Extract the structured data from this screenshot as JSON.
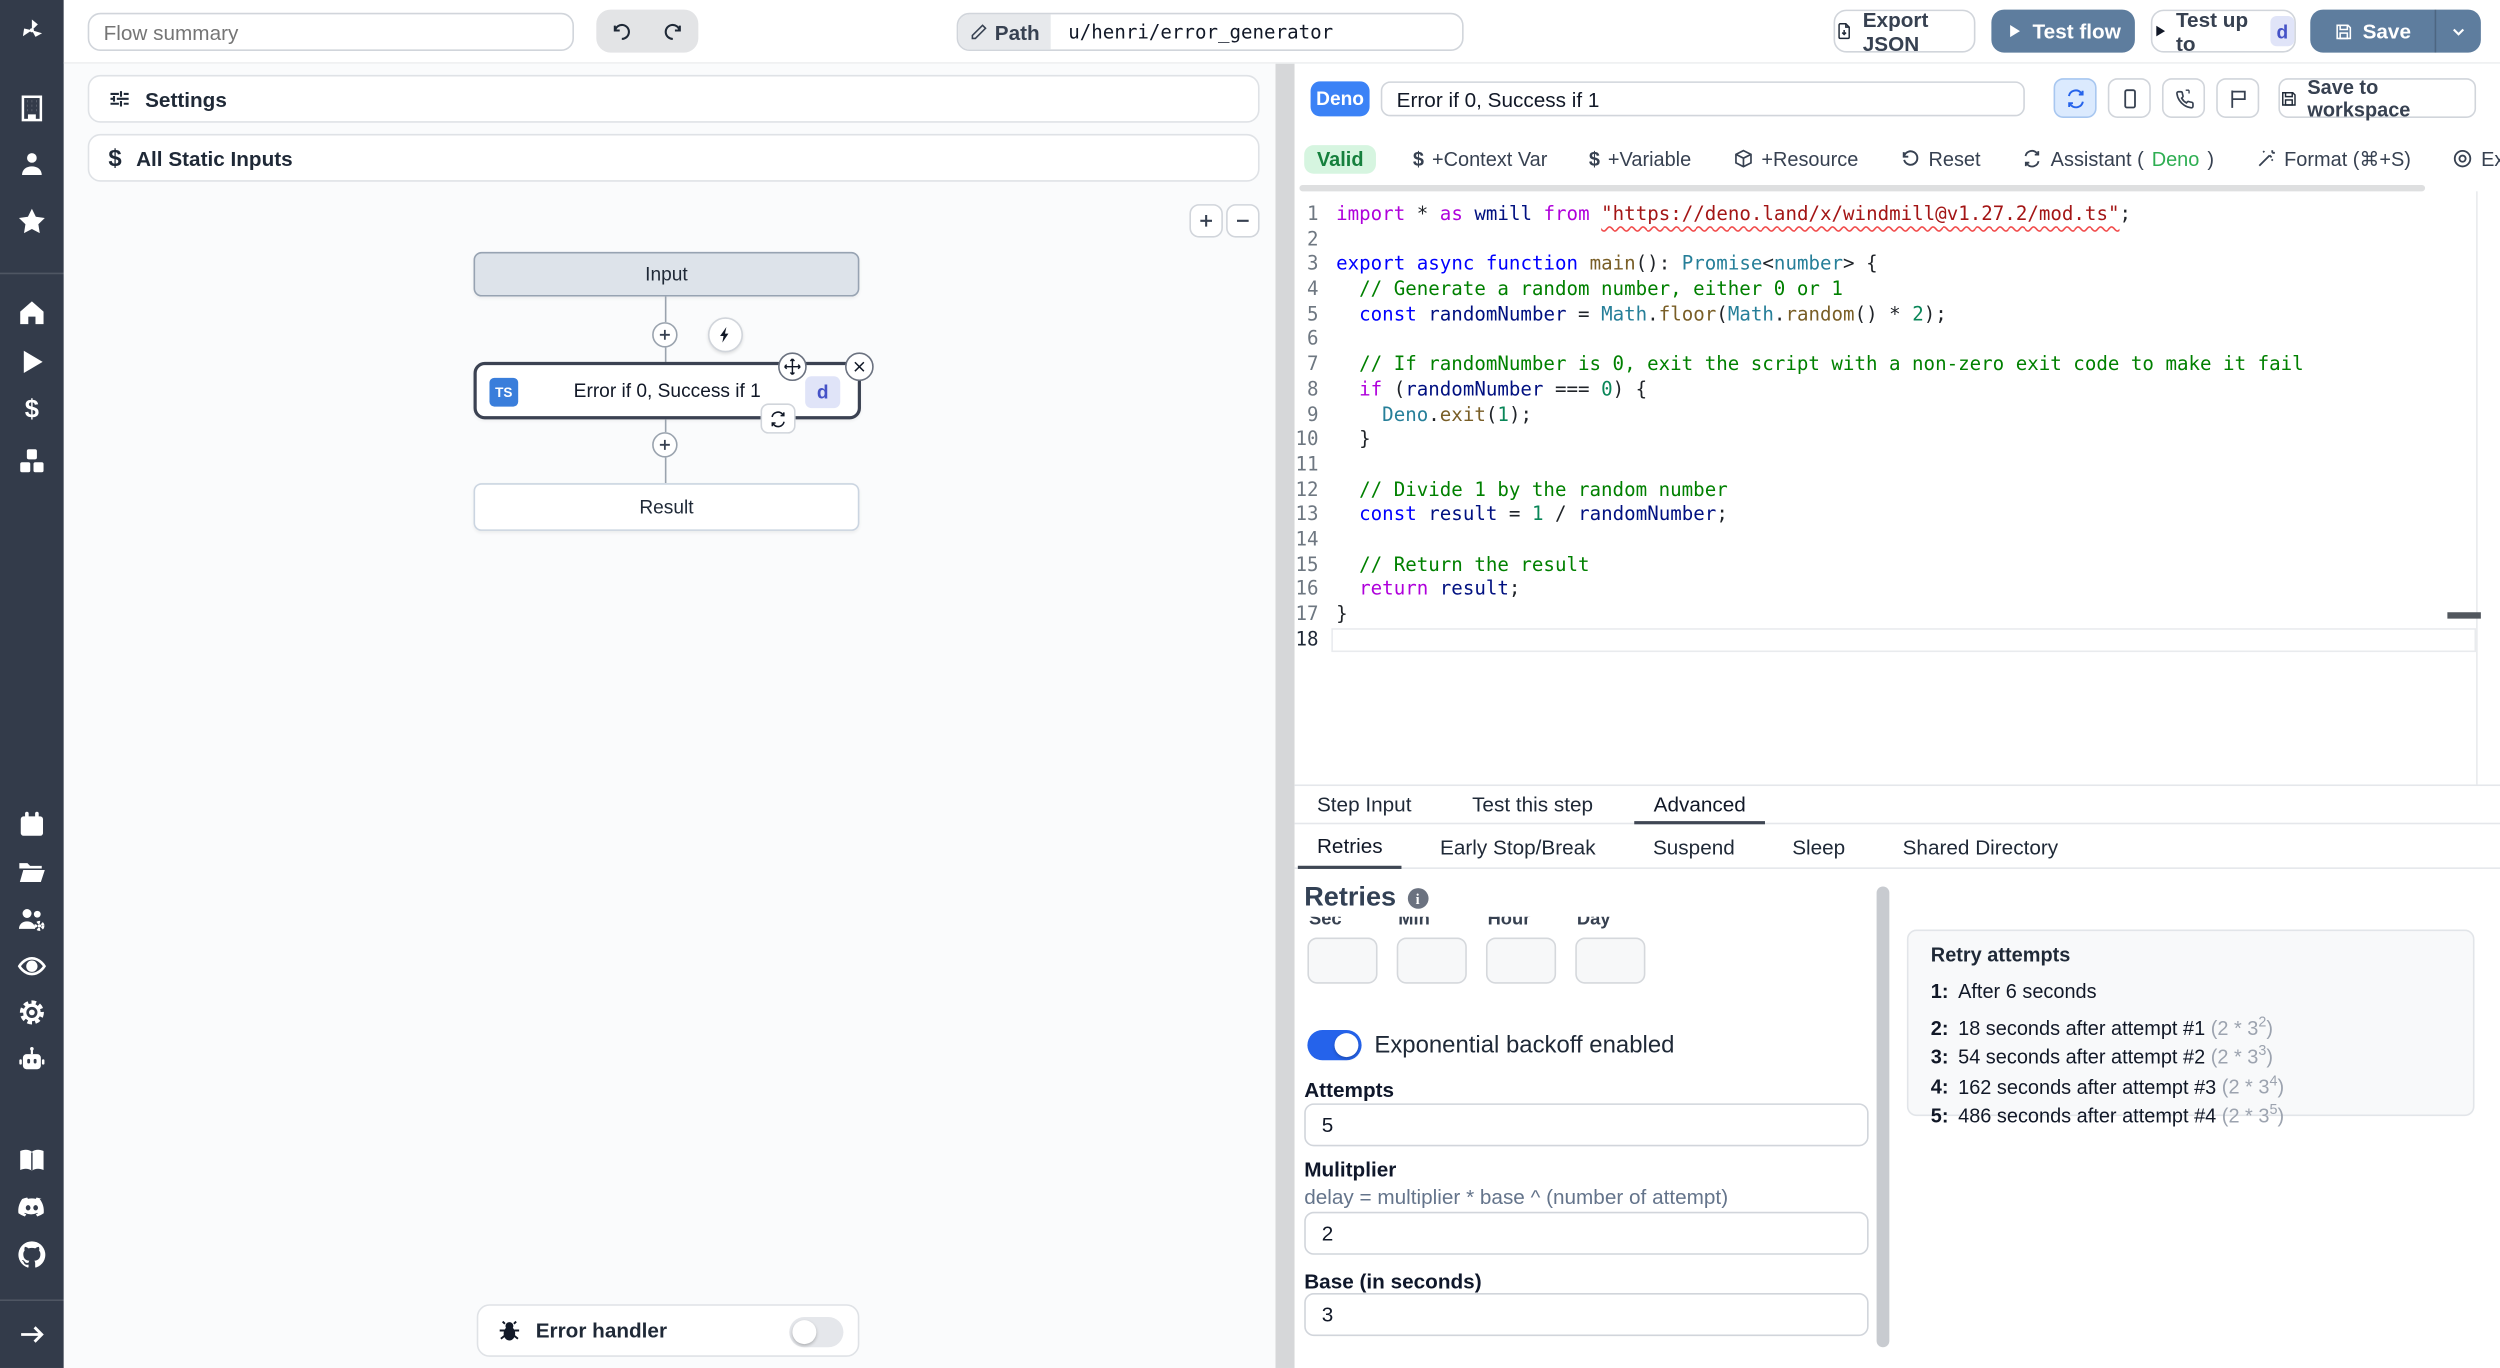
{
  "colors": {
    "accent_steel_blue": "#5e7d9e",
    "deno_badge_blue": "#3b82f6",
    "ts_badge_blue": "#3a7edb",
    "valid_green_bg": "#d6f5e0",
    "valid_green_text": "#15803d",
    "toggle_blue": "#2563eb",
    "id_badge_bg": "#e0e4f8",
    "id_badge_text": "#4552c7",
    "sidebar_bg": "#333b4a"
  },
  "sidebar": {
    "icons": [
      "windmill-logo",
      "building",
      "user",
      "star",
      "home",
      "play",
      "dollar",
      "boxes",
      "calendar",
      "folder-open",
      "users-gear",
      "eye",
      "gear",
      "robot",
      "book",
      "discord",
      "github",
      "arrow-right"
    ]
  },
  "topbar": {
    "flow_summary_placeholder": "Flow summary",
    "path_label": "Path",
    "path_value": "u/henri/error_generator",
    "export_json": "Export JSON",
    "test_flow": "Test flow",
    "test_up_to": "Test up to",
    "test_up_to_badge": "d",
    "save": "Save"
  },
  "left": {
    "settings": "Settings",
    "all_static_inputs": "All Static Inputs",
    "error_handler": "Error handler"
  },
  "graph": {
    "input": "Input",
    "step_lang_badge": "TS",
    "step_title": "Error if 0, Success if 1",
    "step_id_badge": "d",
    "result": "Result"
  },
  "editor_header": {
    "lang_badge": "Deno",
    "title_value": "Error if 0, Success if 1",
    "save_to_workspace": "Save to workspace"
  },
  "toolbar": {
    "valid": "Valid",
    "context_var": "+Context Var",
    "variable": "+Variable",
    "resource": "+Resource",
    "reset": "Reset",
    "assistant_prefix": "Assistant (",
    "assistant_lang": "Deno",
    "assistant_suffix": ")",
    "format": "Format (⌘+S)",
    "explore": "Explore other s"
  },
  "editor": {
    "current_line": 18,
    "lines": [
      [
        [
          "kw2",
          "import"
        ],
        [
          "pl",
          " * "
        ],
        [
          "kw2",
          "as"
        ],
        [
          "pl",
          " "
        ],
        [
          "id",
          "wmill"
        ],
        [
          "pl",
          " "
        ],
        [
          "kw2",
          "from"
        ],
        [
          "pl",
          " "
        ],
        [
          "str",
          "\"https://deno.land/x/windmill@v1.27.2/mod.ts\""
        ],
        [
          "pl",
          ";"
        ]
      ],
      [],
      [
        [
          "kw1",
          "export"
        ],
        [
          "pl",
          " "
        ],
        [
          "kw1",
          "async"
        ],
        [
          "pl",
          " "
        ],
        [
          "kw1",
          "function"
        ],
        [
          "pl",
          " "
        ],
        [
          "fn",
          "main"
        ],
        [
          "pl",
          "(): "
        ],
        [
          "ty",
          "Promise"
        ],
        [
          "pl",
          "<"
        ],
        [
          "ty",
          "number"
        ],
        [
          "pl",
          "> {"
        ]
      ],
      [
        [
          "com",
          "  // Generate a random number, either 0 or 1"
        ]
      ],
      [
        [
          "kw1",
          "  const"
        ],
        [
          "pl",
          " "
        ],
        [
          "id",
          "randomNumber"
        ],
        [
          "pl",
          " = "
        ],
        [
          "ty",
          "Math"
        ],
        [
          "pl",
          "."
        ],
        [
          "fn",
          "floor"
        ],
        [
          "pl",
          "("
        ],
        [
          "ty",
          "Math"
        ],
        [
          "pl",
          "."
        ],
        [
          "fn",
          "random"
        ],
        [
          "pl",
          "() * "
        ],
        [
          "num",
          "2"
        ],
        [
          "pl",
          ");"
        ]
      ],
      [],
      [
        [
          "com",
          "  // If randomNumber is 0, exit the script with a non-zero exit code to make it fail"
        ]
      ],
      [
        [
          "kw2",
          "  if"
        ],
        [
          "pl",
          " ("
        ],
        [
          "id",
          "randomNumber"
        ],
        [
          "pl",
          " === "
        ],
        [
          "num",
          "0"
        ],
        [
          "pl",
          ") {"
        ]
      ],
      [
        [
          "ty",
          "    Deno"
        ],
        [
          "pl",
          "."
        ],
        [
          "fn",
          "exit"
        ],
        [
          "pl",
          "("
        ],
        [
          "num",
          "1"
        ],
        [
          "pl",
          ");"
        ]
      ],
      [
        [
          "pl",
          "  }"
        ]
      ],
      [],
      [
        [
          "com",
          "  // Divide 1 by the random number"
        ]
      ],
      [
        [
          "kw1",
          "  const"
        ],
        [
          "pl",
          " "
        ],
        [
          "id",
          "result"
        ],
        [
          "pl",
          " = "
        ],
        [
          "num",
          "1"
        ],
        [
          "pl",
          " / "
        ],
        [
          "id",
          "randomNumber"
        ],
        [
          "pl",
          ";"
        ]
      ],
      [],
      [
        [
          "com",
          "  // Return the result"
        ]
      ],
      [
        [
          "kw2",
          "  return"
        ],
        [
          "pl",
          " "
        ],
        [
          "id",
          "result"
        ],
        [
          "pl",
          ";"
        ]
      ],
      [
        [
          "pl",
          "}"
        ]
      ],
      []
    ]
  },
  "tabs": {
    "main": [
      "Step Input",
      "Test this step",
      "Advanced"
    ],
    "active_main": "Advanced",
    "sub": [
      "Retries",
      "Early Stop/Break",
      "Suspend",
      "Sleep",
      "Shared Directory"
    ],
    "active_sub": "Retries"
  },
  "retries": {
    "heading": "Retries",
    "time_labels": [
      "Sec",
      "Min",
      "Hour",
      "Day"
    ],
    "backoff_label": "Exponential backoff enabled",
    "attempts_label": "Attempts",
    "attempts_value": "5",
    "multiplier_label": "Mulitplier",
    "multiplier_help": "delay = multiplier * base ^ (number of attempt)",
    "multiplier_value": "2",
    "base_label": "Base (in seconds)",
    "base_value": "3"
  },
  "retry_attempts": {
    "title": "Retry attempts",
    "items": [
      {
        "n": "1:",
        "text": "After 6 seconds"
      },
      {
        "n": "2:",
        "text": "18 seconds after attempt #1",
        "formula": "(2 * 3",
        "exp": "2",
        "end": ")"
      },
      {
        "n": "3:",
        "text": "54 seconds after attempt #2",
        "formula": "(2 * 3",
        "exp": "3",
        "end": ")"
      },
      {
        "n": "4:",
        "text": "162 seconds after attempt #3",
        "formula": "(2 * 3",
        "exp": "4",
        "end": ")"
      },
      {
        "n": "5:",
        "text": "486 seconds after attempt #4",
        "formula": "(2 * 3",
        "exp": "5",
        "end": ")"
      }
    ]
  }
}
